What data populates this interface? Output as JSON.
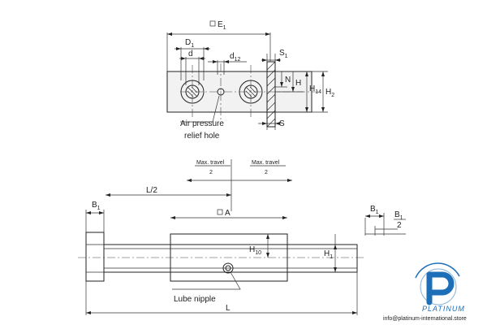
{
  "top_view": {
    "E1": "E",
    "E1_sub": "1",
    "D1": "D",
    "D1_sub": "1",
    "d": "d",
    "d12": "d",
    "d12_sub": "12",
    "S1": "S",
    "S1_sub": "1",
    "N": "N",
    "H": "H",
    "H14": "H",
    "H14_sub": "14",
    "H2": "H",
    "H2_sub": "2",
    "S": "S",
    "air_line1": "Air pressure",
    "air_line2": "relief hole"
  },
  "side_view": {
    "max_travel_left": "Max. travel",
    "max_travel_left_den": "2",
    "max_travel_right": "Max. travel",
    "max_travel_right_den": "2",
    "L_half": "L/2",
    "B1": "B",
    "B1_sub": "1",
    "A": "A",
    "H10": "H",
    "H10_sub": "10",
    "H1": "H",
    "H1_sub": "1",
    "lube": "Lube nipple",
    "L": "L",
    "detail_B1": "B",
    "detail_B1_sub": "1",
    "detail_B1_half": "B",
    "detail_B1_half_sub": "1",
    "detail_B1_half_den": "2"
  },
  "brand": {
    "name": "PLATINUM",
    "email": "info@platinum-international.store"
  }
}
